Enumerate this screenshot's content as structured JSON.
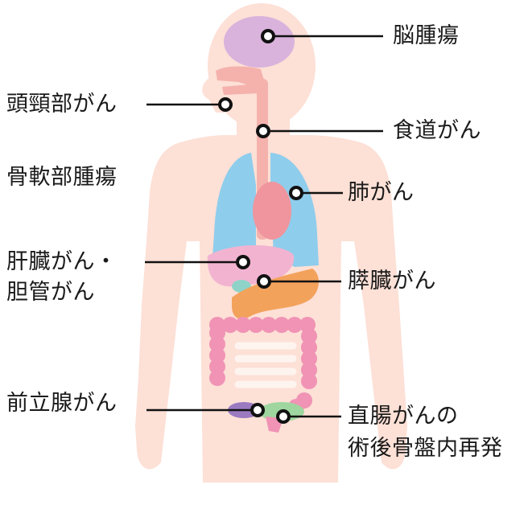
{
  "labels": {
    "brain_tumor": "脳腫瘍",
    "head_neck_cancer": "頭頸部がん",
    "esophageal_cancer": "食道がん",
    "bone_soft_tissue_tumor": "骨軟部腫瘍",
    "lung_cancer": "肺がん",
    "liver_cancer_line1": "肝臓がん・",
    "liver_cancer_line2": "胆管がん",
    "pancreatic_cancer": "膵臓がん",
    "prostate_cancer": "前立腺がん",
    "rectal_cancer_line1": "直腸がんの",
    "rectal_cancer_line2": "術後骨盤内再発"
  },
  "colors": {
    "body": "#fde0d6",
    "brain": "#d9b3dc",
    "airway": "#f5b2ad",
    "lung": "#8fcdec",
    "heart": "#f0959d",
    "liver": "#f2b3d1",
    "gallbladder": "#8fd3c8",
    "pancreas": "#f3a25c",
    "intestine": "#f093b5",
    "prostate": "#9b7ac0",
    "rectum": "#9fd6a0",
    "leader_line": "#111111"
  }
}
